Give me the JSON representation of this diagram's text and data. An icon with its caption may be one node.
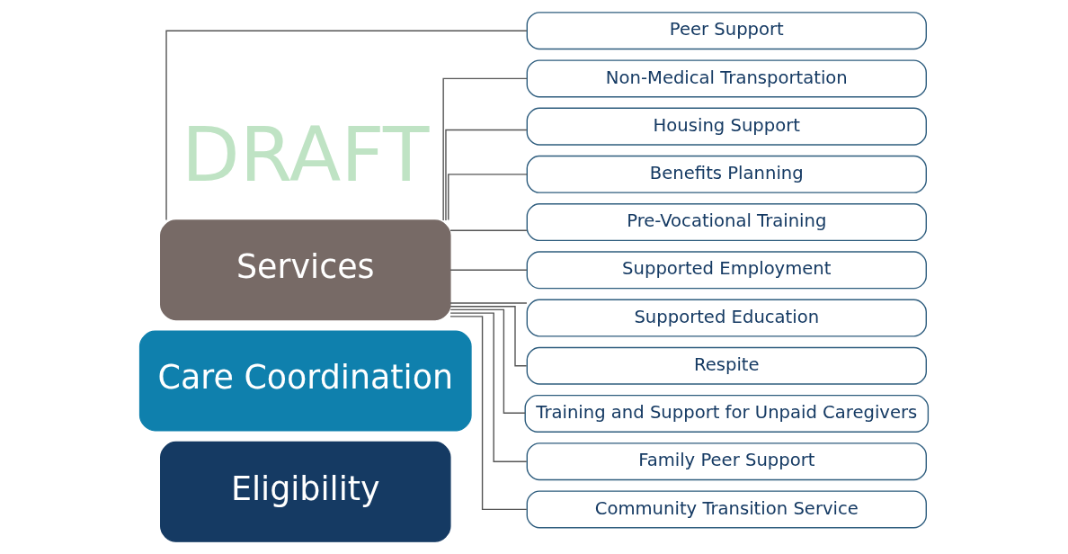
{
  "diagram": {
    "nodes": [
      {
        "text": [
          "Eligibility"
        ]
      },
      {
        "text": [
          "Care Coordination"
        ]
      },
      {
        "text": [
          "Services"
        ]
      },
      {
        "text": [
          "Peer Support"
        ]
      },
      {
        "text": [
          "Non-Medical Transportation"
        ]
      },
      {
        "text": [
          "Housing Support"
        ]
      },
      {
        "text": [
          "Benefits Planning"
        ]
      },
      {
        "text": [
          "Pre-Vocational Training"
        ]
      },
      {
        "text": [
          "Supported Employment"
        ]
      },
      {
        "text": [
          "Supported Education"
        ]
      },
      {
        "text": [
          "Respite"
        ]
      },
      {
        "text": [
          "Training and Support for Unpaid Caregivers"
        ]
      },
      {
        "text": [
          "Family Peer Support"
        ]
      },
      {
        "text": [
          "Community Transition Service"
        ]
      }
    ],
    "edges": [
      {
        "from": 2,
        "to": 3,
        "arrow": "none"
      },
      {
        "from": 2,
        "to": 4,
        "arrow": "none"
      },
      {
        "from": 2,
        "to": 5,
        "arrow": "none"
      },
      {
        "from": 2,
        "to": 6,
        "arrow": "none"
      },
      {
        "from": 2,
        "to": 7,
        "arrow": "none"
      },
      {
        "from": 2,
        "to": 8,
        "arrow": "none"
      },
      {
        "from": 2,
        "to": 9,
        "arrow": "none"
      },
      {
        "from": 2,
        "to": 10,
        "arrow": "none"
      },
      {
        "from": 2,
        "to": 11,
        "arrow": "none"
      },
      {
        "from": 2,
        "to": 12,
        "arrow": "none"
      },
      {
        "from": 2,
        "to": 13,
        "arrow": "none"
      }
    ],
    "labels": [
      "DRAFT"
    ]
  }
}
